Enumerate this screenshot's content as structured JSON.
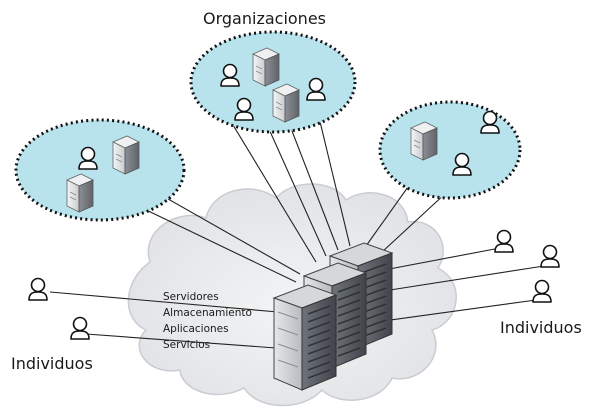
{
  "labels": {
    "organizations": "Organizaciones",
    "individuals_left": "Individuos",
    "individuals_right": "Individuos"
  },
  "cloud_services": [
    "Servidores",
    "Almacenamiento",
    "Aplicaciones",
    "Servicios"
  ],
  "colors": {
    "group_fill": "#b8e2ec",
    "group_border": "#111111",
    "cloud_fill": "#e9eaec",
    "cloud_border": "#c9ccd1",
    "server_body": "#d7d9dc",
    "server_dark": "#9a9ea4",
    "link_line": "#222222"
  },
  "icons": [
    "user-icon",
    "server-icon",
    "server-rack-icon",
    "cloud-icon"
  ]
}
